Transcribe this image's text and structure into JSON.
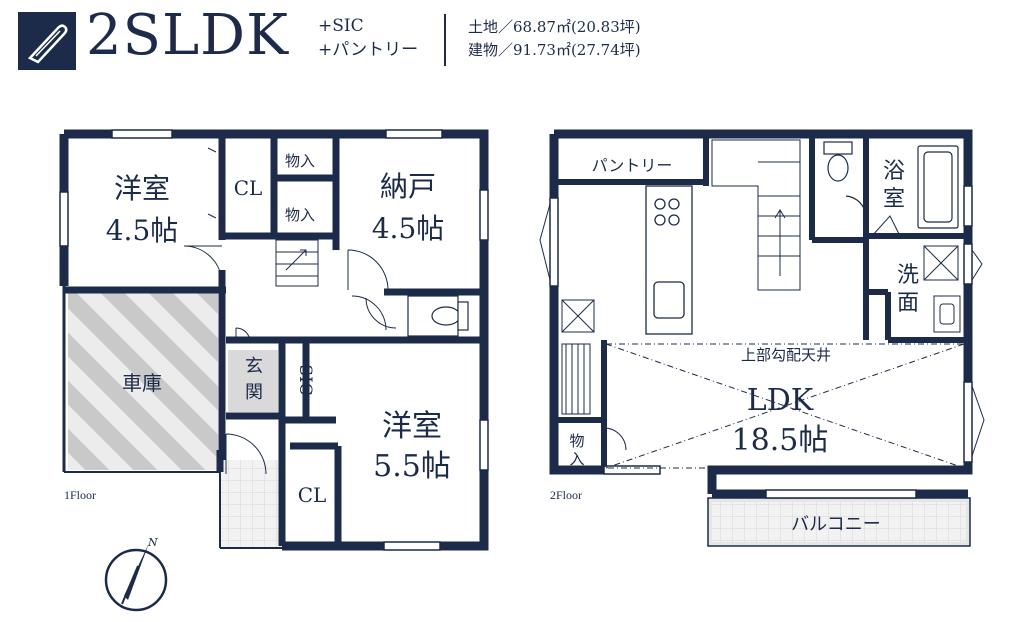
{
  "header": {
    "layout": "2SLDK",
    "extra_1": "+SIC",
    "extra_2": "+パントリー",
    "land_area": "土地／68.87㎡(20.83坪)",
    "building_area": "建物／91.73㎡(27.74坪)"
  },
  "floor1": {
    "label": "1Floor",
    "rooms": {
      "western_a_name": "洋室",
      "western_a_size": "4.5帖",
      "cl_a": "CL",
      "storage_top_1": "物入",
      "storage_top_2": "物入",
      "closet_room_name": "納戸",
      "closet_room_size": "4.5帖",
      "garage": "車庫",
      "entrance_1": "玄",
      "entrance_2": "関",
      "sic": "SIC",
      "western_b_name": "洋室",
      "western_b_size": "5.5帖",
      "cl_b": "CL"
    }
  },
  "floor2": {
    "label": "2Floor",
    "rooms": {
      "pantry": "パントリー",
      "bath_1": "浴",
      "bath_2": "室",
      "wash_1": "洗",
      "wash_2": "面",
      "ceiling_note": "上部勾配天井",
      "ldk_name": "LDK",
      "ldk_size": "18.5帖",
      "storage_1": "物",
      "storage_2": "入",
      "balcony": "バルコニー"
    }
  },
  "colors": {
    "wall": "#1c2b4a",
    "garage_stripe": "#c9c9c9",
    "balcony_fill": "#e6e6e6"
  },
  "icons": [
    "pencil-logo-icon",
    "north-compass-icon"
  ]
}
